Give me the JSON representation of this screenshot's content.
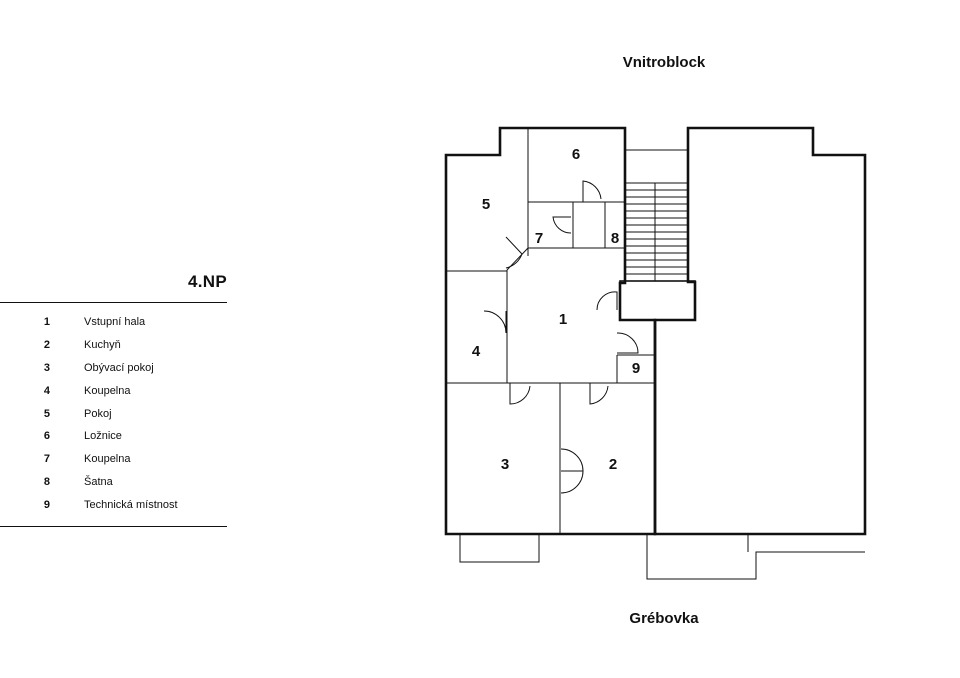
{
  "floor_label": "4.NP",
  "rooms": [
    {
      "num": "1",
      "name": "Vstupní hala"
    },
    {
      "num": "2",
      "name": "Kuchyň"
    },
    {
      "num": "3",
      "name": "Obývací pokoj"
    },
    {
      "num": "4",
      "name": "Koupelna"
    },
    {
      "num": "5",
      "name": "Pokoj"
    },
    {
      "num": "6",
      "name": "Ložnice"
    },
    {
      "num": "7",
      "name": "Koupelna"
    },
    {
      "num": "8",
      "name": "Šatna"
    },
    {
      "num": "9",
      "name": "Technická místnost"
    }
  ],
  "streets": {
    "top": "Vnitroblock",
    "bottom": "Grébovka"
  }
}
